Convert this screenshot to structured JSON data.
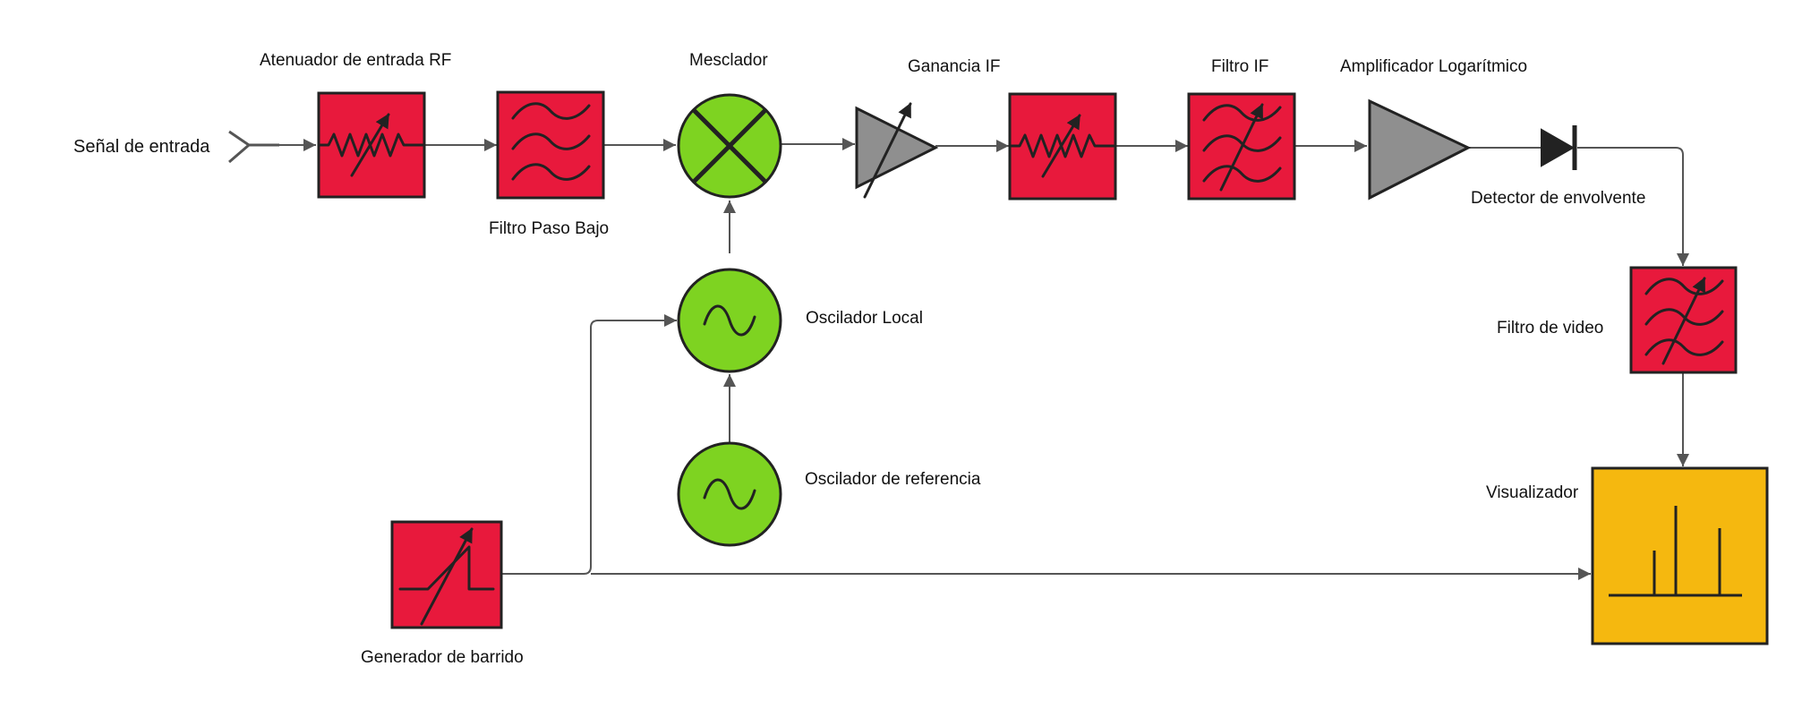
{
  "colors": {
    "block_red": "#e8193c",
    "block_green": "#7ed321",
    "block_gray": "#8f8f8f",
    "block_yellow": "#f5b80f",
    "wire": "#555555",
    "outline": "#222222"
  },
  "labels": {
    "input_signal": "Señal de entrada",
    "rf_attenuator": "Atenuador de entrada RF",
    "low_pass_filter": "Filtro Paso Bajo",
    "mixer": "Mesclador",
    "if_gain": "Ganancia IF",
    "if_filter": "Filtro IF",
    "log_amplifier": "Amplificador Logarítmico",
    "envelope_detector": "Detector de envolvente",
    "video_filter": "Filtro de video",
    "display": "Visualizador",
    "local_oscillator": "Oscilador Local",
    "reference_oscillator": "Oscilador de referencia",
    "sweep_generator": "Generador de barrido"
  },
  "icons": [
    "antenna-icon",
    "variable-resistor-icon",
    "low-pass-filter-icon",
    "mixer-icon",
    "variable-amplifier-icon",
    "tunable-filter-icon",
    "amplifier-icon",
    "diode-icon",
    "sine-oscillator-icon",
    "sweep-ramp-icon",
    "spectrum-display-icon"
  ]
}
